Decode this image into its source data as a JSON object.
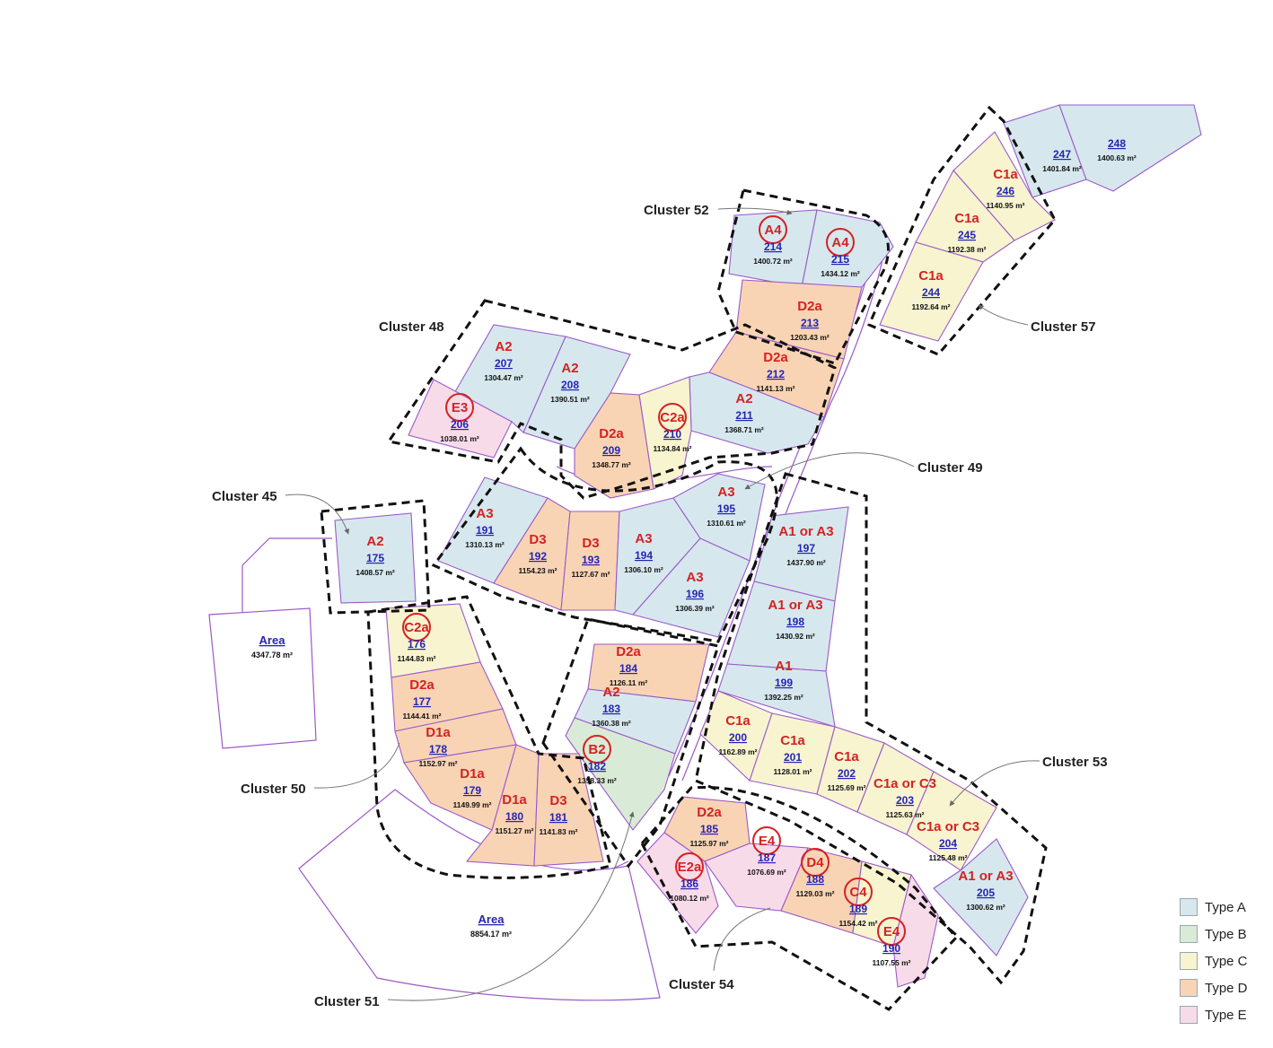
{
  "colors": {
    "A": "#d6e8ee",
    "B": "#d9ebd6",
    "C": "#f7f4cf",
    "D": "#f8d4b4",
    "E": "#f8dbe9",
    "outline": "#9b59c9",
    "label_red": "#d42222",
    "number_blue": "#2424b4"
  },
  "legend": [
    {
      "label": "Type A",
      "key": "A"
    },
    {
      "label": "Type B",
      "key": "B"
    },
    {
      "label": "Type C",
      "key": "C"
    },
    {
      "label": "Type D",
      "key": "D"
    },
    {
      "label": "Type E",
      "key": "E"
    }
  ],
  "clusters": [
    {
      "label": "Cluster 52"
    },
    {
      "label": "Cluster 57"
    },
    {
      "label": "Cluster 48"
    },
    {
      "label": "Cluster 49"
    },
    {
      "label": "Cluster 45"
    },
    {
      "label": "Cluster 53"
    },
    {
      "label": "Cluster 50"
    },
    {
      "label": "Cluster 51"
    },
    {
      "label": "Cluster 54"
    }
  ],
  "areas": [
    {
      "name": "Area",
      "size": "4347.78 m²"
    },
    {
      "name": "Area",
      "size": "8854.17 m²"
    }
  ],
  "plots": [
    {
      "num": "247",
      "type": "",
      "size": "1401.84 m²",
      "cls": "A"
    },
    {
      "num": "248",
      "type": "",
      "size": "1400.63 m²",
      "cls": "A"
    },
    {
      "num": "246",
      "type": "C1a",
      "size": "1140.95 m²",
      "cls": "C"
    },
    {
      "num": "245",
      "type": "C1a",
      "size": "1192.38 m²",
      "cls": "C"
    },
    {
      "num": "244",
      "type": "C1a",
      "size": "1192.64 m²",
      "cls": "C"
    },
    {
      "num": "214",
      "type": "A4",
      "size": "1400.72 m²",
      "cls": "A",
      "circled": true
    },
    {
      "num": "215",
      "type": "A4",
      "size": "1434.12 m²",
      "cls": "A",
      "circled": true
    },
    {
      "num": "213",
      "type": "D2a",
      "size": "1203.43 m²",
      "cls": "D"
    },
    {
      "num": "212",
      "type": "D2a",
      "size": "1141.13 m²",
      "cls": "D"
    },
    {
      "num": "211",
      "type": "A2",
      "size": "1368.71 m²",
      "cls": "A"
    },
    {
      "num": "210",
      "type": "C2a",
      "size": "1134.84 m²",
      "cls": "C",
      "circled": true
    },
    {
      "num": "209",
      "type": "D2a",
      "size": "1348.77 m²",
      "cls": "D"
    },
    {
      "num": "208",
      "type": "A2",
      "size": "1390.51 m²",
      "cls": "A"
    },
    {
      "num": "207",
      "type": "A2",
      "size": "1304.47 m²",
      "cls": "A"
    },
    {
      "num": "206",
      "type": "E3",
      "size": "1038.01 m²",
      "cls": "E",
      "circled": true
    },
    {
      "num": "191",
      "type": "A3",
      "size": "1310.13 m²",
      "cls": "A"
    },
    {
      "num": "192",
      "type": "D3",
      "size": "1154.23 m²",
      "cls": "D"
    },
    {
      "num": "193",
      "type": "D3",
      "size": "1127.67 m²",
      "cls": "D"
    },
    {
      "num": "194",
      "type": "A3",
      "size": "1306.10 m²",
      "cls": "A"
    },
    {
      "num": "195",
      "type": "A3",
      "size": "1310.61 m²",
      "cls": "A"
    },
    {
      "num": "196",
      "type": "A3",
      "size": "1306.39 m²",
      "cls": "A"
    },
    {
      "num": "175",
      "type": "A2",
      "size": "1408.57 m²",
      "cls": "A"
    },
    {
      "num": "197",
      "type": "A1 or A3",
      "size": "1437.90 m²",
      "cls": "A"
    },
    {
      "num": "198",
      "type": "A1 or A3",
      "size": "1430.92 m²",
      "cls": "A"
    },
    {
      "num": "199",
      "type": "A1",
      "size": "1392.25 m²",
      "cls": "A"
    },
    {
      "num": "184",
      "type": "D2a",
      "size": "1126.11 m²",
      "cls": "D"
    },
    {
      "num": "183",
      "type": "A2",
      "size": "1360.38 m²",
      "cls": "A"
    },
    {
      "num": "182",
      "type": "B2",
      "size": "1358.33 m²",
      "cls": "B",
      "circled": true
    },
    {
      "num": "176",
      "type": "C2a",
      "size": "1144.83 m²",
      "cls": "C",
      "circled": true
    },
    {
      "num": "177",
      "type": "D2a",
      "size": "1144.41 m²",
      "cls": "D"
    },
    {
      "num": "178",
      "type": "D1a",
      "size": "1152.97 m²",
      "cls": "D"
    },
    {
      "num": "179",
      "type": "D1a",
      "size": "1149.99 m²",
      "cls": "D"
    },
    {
      "num": "180",
      "type": "D1a",
      "size": "1151.27 m²",
      "cls": "D"
    },
    {
      "num": "181",
      "type": "D3",
      "size": "1141.83 m²",
      "cls": "D"
    },
    {
      "num": "200",
      "type": "C1a",
      "size": "1162.89 m²",
      "cls": "C"
    },
    {
      "num": "201",
      "type": "C1a",
      "size": "1128.01 m²",
      "cls": "C"
    },
    {
      "num": "202",
      "type": "C1a",
      "size": "1125.69 m²",
      "cls": "C"
    },
    {
      "num": "203",
      "type": "C1a or C3",
      "size": "1125.63 m²",
      "cls": "C"
    },
    {
      "num": "204",
      "type": "C1a or C3",
      "size": "1125.48 m²",
      "cls": "C"
    },
    {
      "num": "205",
      "type": "A1 or A3",
      "size": "1300.62 m²",
      "cls": "A"
    },
    {
      "num": "185",
      "type": "D2a",
      "size": "1125.97 m²",
      "cls": "D"
    },
    {
      "num": "186",
      "type": "E2a",
      "size": "1080.12 m²",
      "cls": "E",
      "circled": true
    },
    {
      "num": "187",
      "type": "E4",
      "size": "1076.69 m²",
      "cls": "E",
      "circled": true
    },
    {
      "num": "188",
      "type": "D4",
      "size": "1129.03 m²",
      "cls": "D",
      "circled": true
    },
    {
      "num": "189",
      "type": "C4",
      "size": "1154.42 m²",
      "cls": "C",
      "circled": true
    },
    {
      "num": "190",
      "type": "E4",
      "size": "1107.55 m²",
      "cls": "E",
      "circled": true
    }
  ]
}
